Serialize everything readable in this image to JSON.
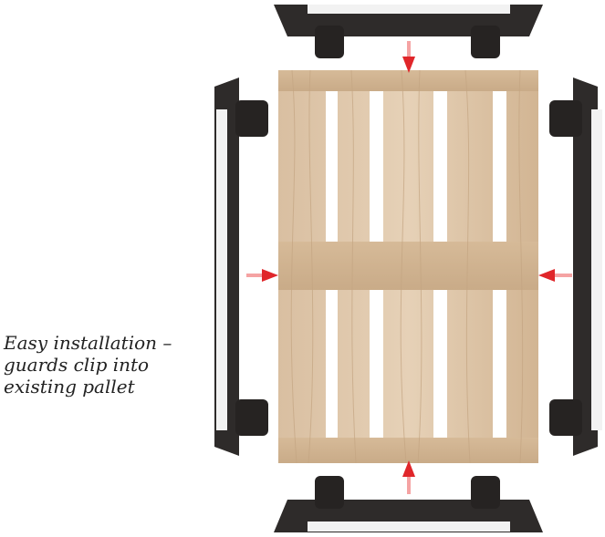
{
  "caption": {
    "line1": "Easy installation –",
    "line2": "guards clip into",
    "line3": "existing pallet"
  },
  "colors": {
    "wood": "#dcc3a6",
    "wood_dark": "#c9ab88",
    "guard": "#2e2b2a",
    "label": "#f2f2f2",
    "arrow": "#e0262a"
  }
}
